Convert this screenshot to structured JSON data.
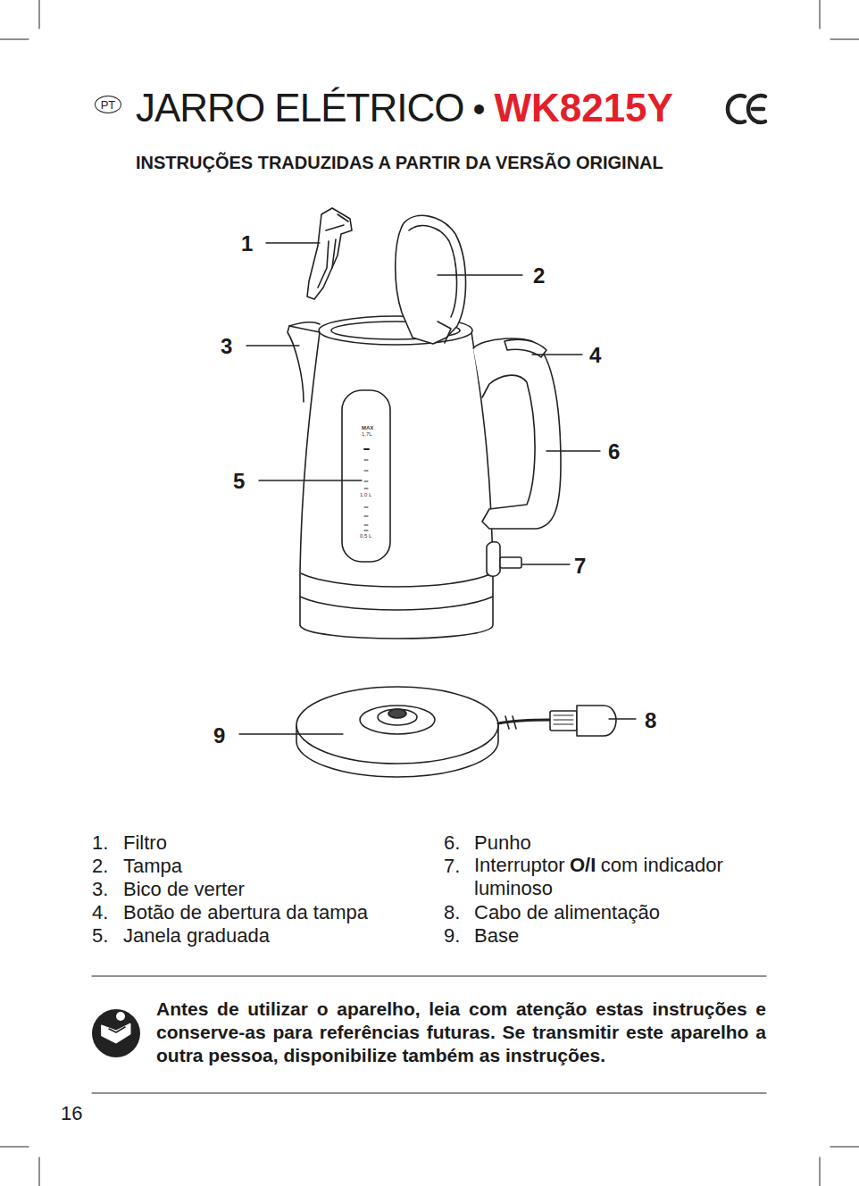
{
  "diagram": {
    "title": "JARRO ELÉTRICO",
    "nodes": [
      {
        "text": [
          "PT"
        ]
      }
    ],
    "labels": [
      "•",
      "WK8215Y",
      "INSTRUÇÕES TRADUZIDAS A PARTIR DA VERSÃO ORIGINAL",
      "1",
      "2",
      "3",
      "4",
      "5",
      "6",
      "7",
      "8",
      "9",
      "MAX",
      "1,7L",
      "1,0 L",
      "0,5 L",
      "1.",
      "Filtro",
      "2.",
      "Tampa",
      "3.",
      "Bico de verter",
      "4.",
      "Botão de abertura da tampa",
      "5.",
      "Janela graduada",
      "6.",
      "Punho",
      "7.",
      "Interruptor",
      "O/I",
      "com indicador luminoso",
      "8.",
      "Cabo de alimentação",
      "9.",
      "Base",
      "Antes de utilizar o aparelho, leia com atenção estas instruções e conserve-as para referências futuras. Se transmitir este aparelho a outra pessoa, disponibilize também as instruções.",
      "16"
    ]
  }
}
